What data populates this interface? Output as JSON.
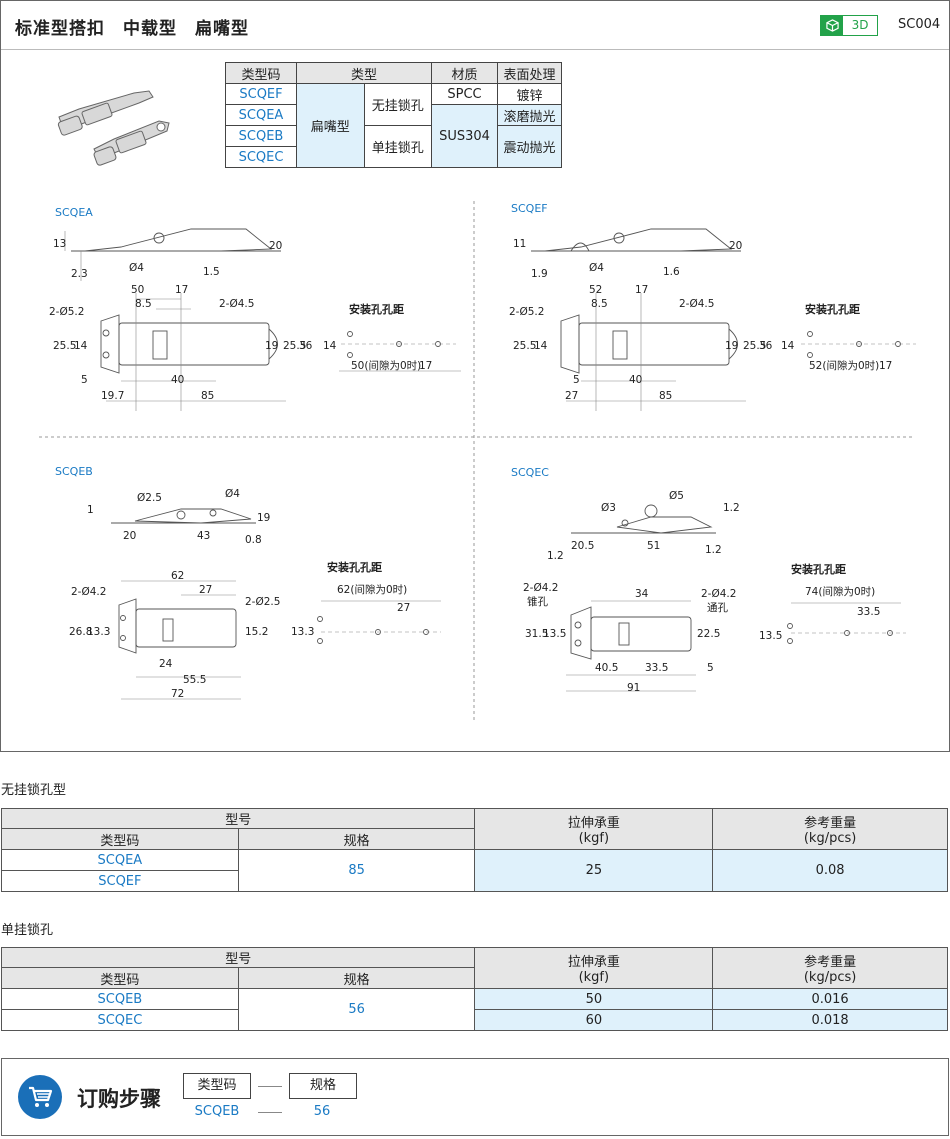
{
  "header": {
    "title": "标准型搭扣　中载型　扁嘴型",
    "badge_3d": "3D",
    "code": "SC004"
  },
  "spec_table": {
    "headers": [
      "类型码",
      "类型",
      "材质",
      "表面处理"
    ],
    "codes": [
      "SCQEF",
      "SCQEA",
      "SCQEB",
      "SCQEC"
    ],
    "type_main": "扁嘴型",
    "type_sub_1": "无挂锁孔",
    "type_sub_2": "单挂锁孔",
    "material_1": "SPCC",
    "material_2": "SUS304",
    "finish_1": "镀锌",
    "finish_2": "滚磨抛光",
    "finish_3": "震动抛光"
  },
  "drawings": {
    "install_label": "安装孔孔距",
    "scqea": {
      "name": "SCQEA",
      "dims": [
        "13",
        "2.3",
        "Ø4",
        "1.5",
        "20",
        "50",
        "17",
        "8.5",
        "2-Ø4.5",
        "2-Ø5.2",
        "25.5",
        "14",
        "19",
        "25.5",
        "36",
        "5",
        "40",
        "19.7",
        "85",
        "14",
        "50(间隙为0时)",
        "17"
      ]
    },
    "scqef": {
      "name": "SCQEF",
      "dims": [
        "11",
        "1.9",
        "Ø4",
        "1.6",
        "20",
        "52",
        "17",
        "8.5",
        "2-Ø4.5",
        "2-Ø5.2",
        "25.5",
        "14",
        "19",
        "25.5",
        "36",
        "5",
        "40",
        "27",
        "85",
        "14",
        "52(间隙为0时)",
        "17"
      ]
    },
    "scqeb": {
      "name": "SCQEB",
      "dims": [
        "Ø2.5",
        "Ø4",
        "1",
        "20",
        "43",
        "19",
        "0.8",
        "62",
        "27",
        "2-Ø4.2",
        "2-Ø2.5",
        "26.8",
        "13.3",
        "15.2",
        "24",
        "55.5",
        "72",
        "13.3",
        "62(间隙为0时)",
        "27"
      ]
    },
    "scqec": {
      "name": "SCQEC",
      "dims": [
        "Ø3",
        "Ø5",
        "1.2",
        "1.2",
        "20.5",
        "51",
        "1.2",
        "34",
        "2-Ø4.2",
        "锥孔",
        "2-Ø4.2",
        "通孔",
        "31.5",
        "13.5",
        "22.5",
        "40.5",
        "33.5",
        "5",
        "91",
        "13.5",
        "74(间隙为0时)",
        "33.5"
      ]
    }
  },
  "sections": [
    {
      "title": "无挂锁孔型",
      "header_model": "型号",
      "header_code": "类型码",
      "header_spec": "规格",
      "header_load": "拉伸承重",
      "header_load_unit": "(kgf)",
      "header_weight": "参考重量",
      "header_weight_unit": "(kg/pcs)",
      "rows": [
        {
          "code": "SCQEA"
        },
        {
          "code": "SCQEF"
        }
      ],
      "spec": "85",
      "load": "25",
      "weight": "0.08"
    },
    {
      "title": "单挂锁孔",
      "header_model": "型号",
      "header_code": "类型码",
      "header_spec": "规格",
      "header_load": "拉伸承重",
      "header_load_unit": "(kgf)",
      "header_weight": "参考重量",
      "header_weight_unit": "(kg/pcs)",
      "rows": [
        {
          "code": "SCQEB",
          "load": "50",
          "weight": "0.016"
        },
        {
          "code": "SCQEC",
          "load": "60",
          "weight": "0.018"
        }
      ],
      "spec": "56"
    }
  ],
  "order": {
    "title": "订购步骤",
    "box_code": "类型码",
    "box_spec": "规格",
    "val_code": "SCQEB",
    "val_spec": "56"
  },
  "colors": {
    "accent_blue": "#1a7ac4",
    "badge_green": "#22a249",
    "highlight": "#dff1fb"
  }
}
